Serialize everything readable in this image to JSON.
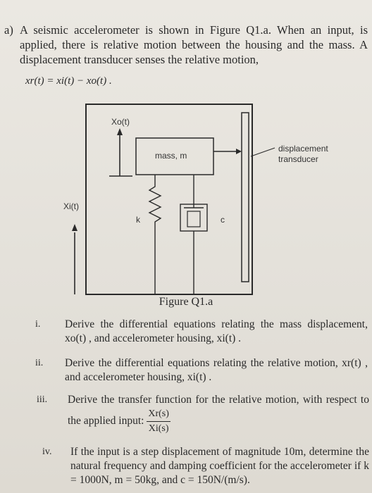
{
  "intro": {
    "label": "a)",
    "text": "A seismic accelerometer is shown in Figure Q1.a. When an input, is applied, there is relative motion between the housing and the mass. A displacement transducer senses the relative motion,",
    "equation": "xr(t) = xi(t) − xo(t) ."
  },
  "figure": {
    "labels": {
      "xo": "Xo(t)",
      "mass": "mass, m",
      "transducer_line1": "displacement",
      "transducer_line2": "transducer",
      "xi": "Xi(t)",
      "k": "k",
      "c": "c"
    },
    "caption": "Figure Q1.a"
  },
  "questions": [
    {
      "num": "i.",
      "text": "Derive the differential equations relating the mass displacement, xo(t) , and accelerometer housing, xi(t) ."
    },
    {
      "num": "ii.",
      "text": "Derive the differential equations relating the relative motion, xr(t) , and accelerometer housing, xi(t) ."
    },
    {
      "num": "iii.",
      "text": "Derive the transfer function for the relative motion, with respect to the applied input:",
      "frac_top": "Xr(s)",
      "frac_bottom": "Xi(s)"
    },
    {
      "num": "iv.",
      "text": "If the input is a step displacement of magnitude 10m, determine the natural frequency and damping coefficient for the accelerometer if k = 1000N, m = 50kg, and c = 150N/(m/s)."
    }
  ]
}
